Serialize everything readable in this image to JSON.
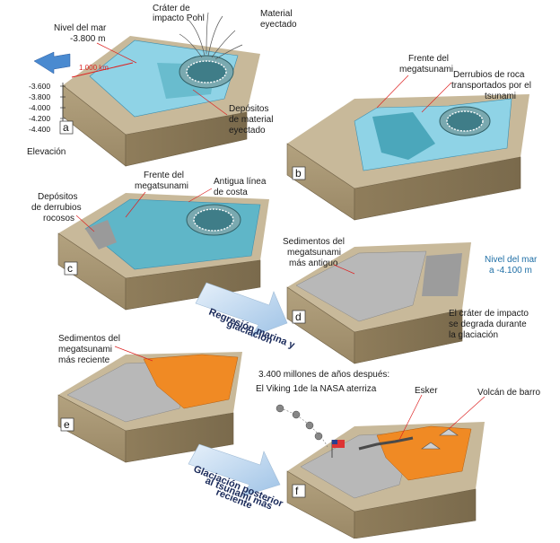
{
  "panels": {
    "a": {
      "letter": "a",
      "impact_crater": [
        "Cráter de",
        "impacto Pohl"
      ],
      "ejected_material": [
        "Material",
        "eyectado"
      ],
      "sea_level": [
        "Nivel del mar",
        "-3.800 m"
      ],
      "distance": "1.000 km",
      "ejecta_deposits": [
        "Depósitos",
        "de material",
        "eyectado"
      ],
      "elevation_title": "Elevación",
      "elevation_ticks": [
        "-3.600",
        "-3.800",
        "-4.000",
        "-4.200",
        "-4.400"
      ]
    },
    "b": {
      "letter": "b",
      "front": [
        "Frente del",
        "megatsunami"
      ],
      "debris": [
        "Derrubios de roca",
        "transportados por el",
        "tsunami"
      ]
    },
    "c": {
      "letter": "c",
      "front": [
        "Frente del",
        "megatsunami"
      ],
      "coastline": [
        "Antigua línea",
        "de costa"
      ],
      "deposits": [
        "Depósitos",
        "de derrubios",
        "rocosos"
      ]
    },
    "d": {
      "letter": "d",
      "sediments": [
        "Sedimentos del",
        "megatsunami",
        "más antiguo"
      ],
      "sea_level": [
        "Nivel del mar",
        "a -4.100 m"
      ],
      "crater_note": [
        "El cráter de impacto",
        "se degrada durante",
        "la glaciación"
      ]
    },
    "e": {
      "letter": "e",
      "sediments": [
        "Sedimentos del",
        "megatsunami",
        "más reciente"
      ]
    },
    "f": {
      "letter": "f",
      "time_note": [
        "3.400 millones de años después:",
        "El Viking 1de la NASA aterriza"
      ],
      "esker": "Esker",
      "mud_volcano": "Volcán de barro"
    }
  },
  "arrows": {
    "regression": [
      "Regresión marina y",
      "glaciación"
    ],
    "glaciation": [
      "Glaciación posterior",
      "al tsunami más",
      "reciente"
    ]
  },
  "colors": {
    "water": "#8fd3e6",
    "water_deep": "#3f9fb3",
    "ground_top": "#c8b99a",
    "block_side": "#a89674",
    "block_dark": "#8a7a5c",
    "sediment_grey": "#b8b8b8",
    "sediment_orange": "#f08a24",
    "arrow_fill": "#c9dff2"
  }
}
